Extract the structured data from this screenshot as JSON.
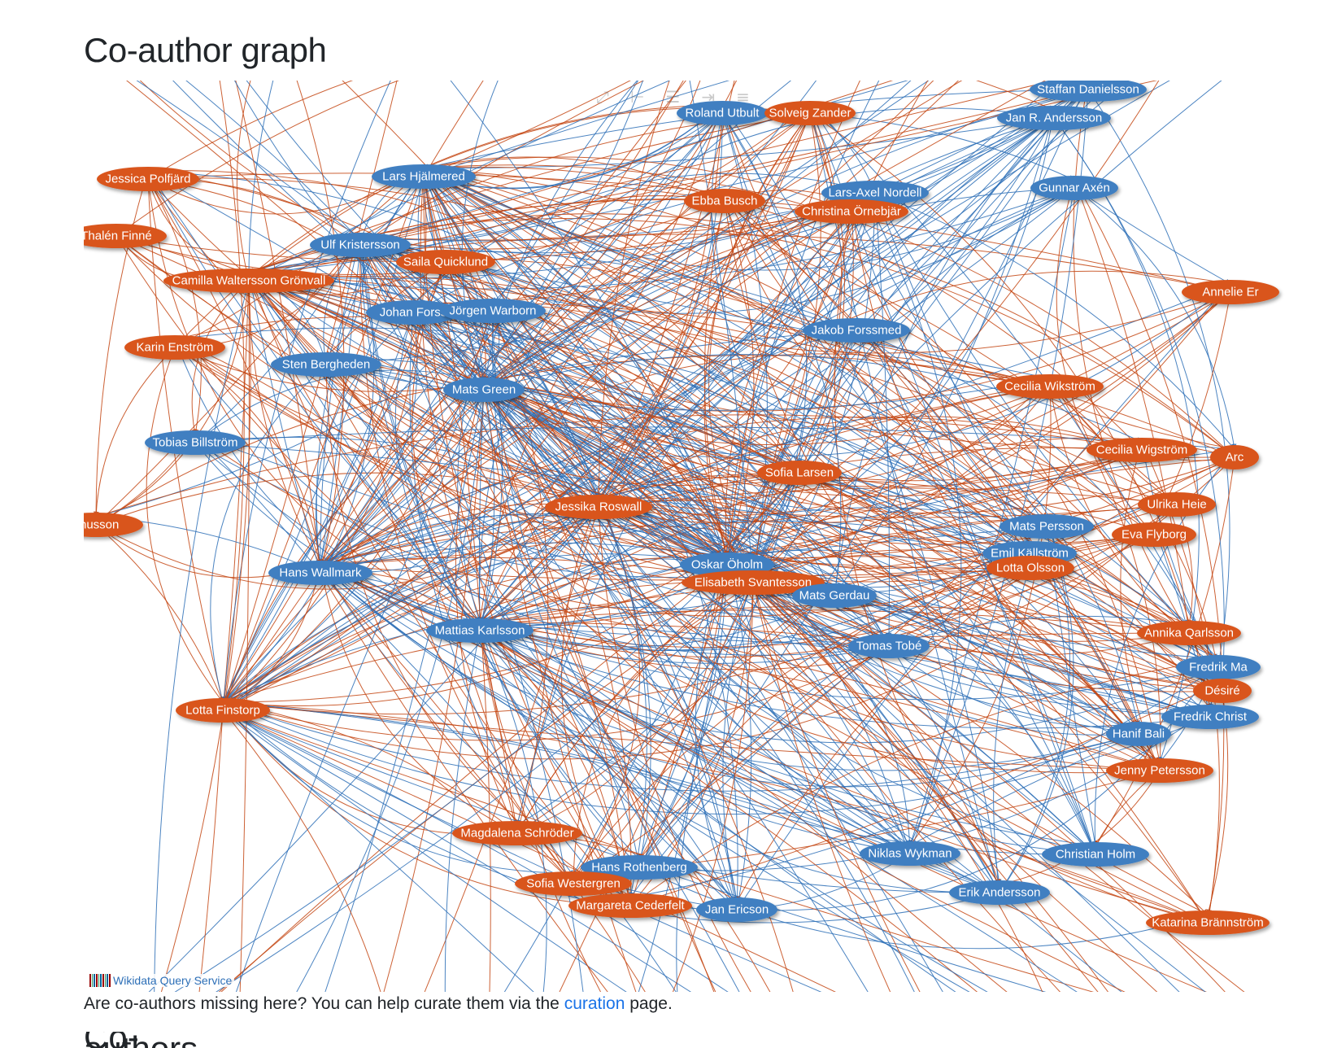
{
  "page": {
    "heading": "Co-author graph",
    "caption_before_link": "Are co-authors missing here? You can help curate them via the ",
    "caption_link": "curation",
    "caption_after_link": " page.",
    "badge_text": "Wikidata Query Service",
    "next_heading": "Co-authors"
  },
  "colors": {
    "female": "#d9541e",
    "male": "#3f7fc1",
    "edge_female": "#c44612",
    "edge_male": "#2d6fb7"
  },
  "toolbar_icons": [
    "fullscreen-icon",
    "tree-layout-icon",
    "list-icon",
    "indent-icon",
    "menu-icon"
  ],
  "nodes": [
    {
      "id": "roland",
      "label": "Roland Utbult",
      "gender": "male"
    },
    {
      "id": "solveig",
      "label": "Solveig Zander",
      "gender": "female"
    },
    {
      "id": "staffan",
      "label": "Staffan Danielsson",
      "gender": "male"
    },
    {
      "id": "janr",
      "label": "Jan R. Andersson",
      "gender": "male"
    },
    {
      "id": "jessicap",
      "label": "Jessica Polfjärd",
      "gender": "female"
    },
    {
      "id": "larsh",
      "label": "Lars Hjälmered",
      "gender": "male"
    },
    {
      "id": "ebba",
      "label": "Ebba Busch",
      "gender": "female"
    },
    {
      "id": "larsaxel",
      "label": "Lars-Axel Nordell",
      "gender": "male"
    },
    {
      "id": "christina",
      "label": "Christina Örnebjär",
      "gender": "female"
    },
    {
      "id": "gunnar",
      "label": "Gunnar Axén",
      "gender": "male"
    },
    {
      "id": "thalen",
      "label": "Thalén Finné",
      "gender": "female"
    },
    {
      "id": "ulf",
      "label": "Ulf Kristersson",
      "gender": "male"
    },
    {
      "id": "saila",
      "label": "Saila Quicklund",
      "gender": "female"
    },
    {
      "id": "camilla",
      "label": "Camilla Waltersson Grönvall",
      "gender": "female"
    },
    {
      "id": "annelie",
      "label": "Annelie Er",
      "gender": "female"
    },
    {
      "id": "johan",
      "label": "Johan Forss",
      "gender": "male"
    },
    {
      "id": "jorgen",
      "label": "Jörgen Warborn",
      "gender": "male"
    },
    {
      "id": "jakob",
      "label": "Jakob Forssmed",
      "gender": "male"
    },
    {
      "id": "karin",
      "label": "Karin Enström",
      "gender": "female"
    },
    {
      "id": "sten",
      "label": "Sten Bergheden",
      "gender": "male"
    },
    {
      "id": "matsg",
      "label": "Mats Green",
      "gender": "male"
    },
    {
      "id": "ceciliawik",
      "label": "Cecilia Wikström",
      "gender": "female"
    },
    {
      "id": "tobias",
      "label": "Tobias Billström",
      "gender": "male"
    },
    {
      "id": "ceciliawig",
      "label": "Cecilia Wigström",
      "gender": "female"
    },
    {
      "id": "arc",
      "label": "Arc",
      "gender": "female"
    },
    {
      "id": "sofial",
      "label": "Sofia Larsen",
      "gender": "female"
    },
    {
      "id": "jessikar",
      "label": "Jessika Roswall",
      "gender": "female"
    },
    {
      "id": "ulrika",
      "label": "Ulrika Heie",
      "gender": "female"
    },
    {
      "id": "gnusson",
      "label": "gnusson",
      "gender": "female"
    },
    {
      "id": "matsp",
      "label": "Mats Persson",
      "gender": "male"
    },
    {
      "id": "eva",
      "label": "Eva Flyborg",
      "gender": "female"
    },
    {
      "id": "emil",
      "label": "Emil Källström",
      "gender": "male"
    },
    {
      "id": "lottao",
      "label": "Lotta Olsson",
      "gender": "female"
    },
    {
      "id": "oskar",
      "label": "Oskar Öholm",
      "gender": "male"
    },
    {
      "id": "hansw",
      "label": "Hans Wallmark",
      "gender": "male"
    },
    {
      "id": "elisabeth",
      "label": "Elisabeth Svantesson",
      "gender": "female"
    },
    {
      "id": "matsgerdau",
      "label": "Mats Gerdau",
      "gender": "male"
    },
    {
      "id": "mattias",
      "label": "Mattias Karlsson",
      "gender": "male"
    },
    {
      "id": "annika",
      "label": "Annika Qarlsson",
      "gender": "female"
    },
    {
      "id": "tomas",
      "label": "Tomas Tobé",
      "gender": "male"
    },
    {
      "id": "fredrikma",
      "label": "Fredrik Ma",
      "gender": "male"
    },
    {
      "id": "desire",
      "label": "Désiré",
      "gender": "female"
    },
    {
      "id": "lottaf",
      "label": "Lotta Finstorp",
      "gender": "female"
    },
    {
      "id": "fredrikchr",
      "label": "Fredrik Christ",
      "gender": "male"
    },
    {
      "id": "hanif",
      "label": "Hanif Bali",
      "gender": "male"
    },
    {
      "id": "jenny",
      "label": "Jenny Petersson",
      "gender": "female"
    },
    {
      "id": "magdalena",
      "label": "Magdalena Schröder",
      "gender": "female"
    },
    {
      "id": "niklas",
      "label": "Niklas Wykman",
      "gender": "male"
    },
    {
      "id": "christian",
      "label": "Christian Holm",
      "gender": "male"
    },
    {
      "id": "hansr",
      "label": "Hans Rothenberg",
      "gender": "male"
    },
    {
      "id": "sofiaw",
      "label": "Sofia Westergren",
      "gender": "female"
    },
    {
      "id": "erik",
      "label": "Erik Andersson",
      "gender": "male"
    },
    {
      "id": "margareta",
      "label": "Margareta Cederfelt",
      "gender": "female"
    },
    {
      "id": "jan",
      "label": "Jan Ericson",
      "gender": "male"
    },
    {
      "id": "katarina",
      "label": "Katarina Brännström",
      "gender": "female"
    }
  ]
}
